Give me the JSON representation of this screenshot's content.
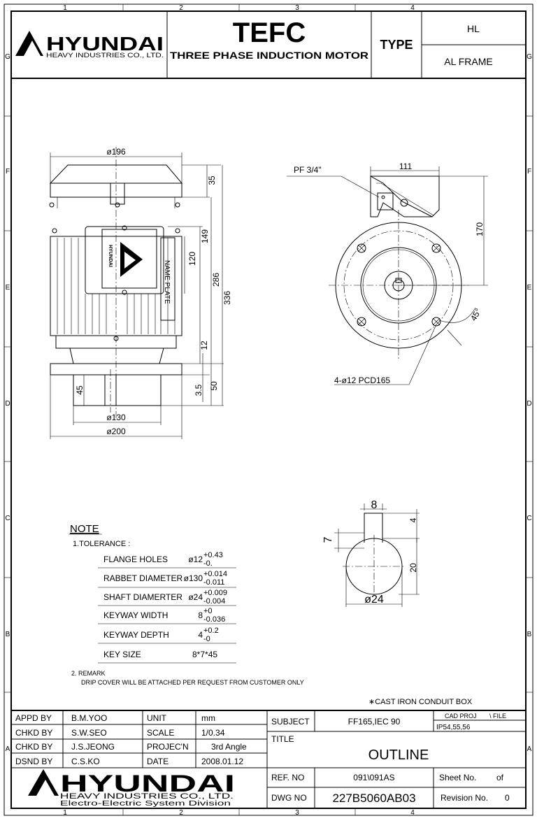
{
  "border": {
    "columns": [
      "1",
      "2",
      "3",
      "4"
    ],
    "rows": [
      "G",
      "F",
      "E",
      "D",
      "C",
      "B",
      "A"
    ]
  },
  "header": {
    "brand": "HYUNDAI",
    "brand_sub": "HEAVY INDUSTRIES CO., LTD.",
    "title": "TEFC",
    "subtitle": "THREE PHASE INDUCTION MOTOR",
    "type_label": "TYPE",
    "type_values": [
      "HL",
      "AL FRAME"
    ]
  },
  "side_view": {
    "dims": {
      "d196": "ø196",
      "d130": "ø130",
      "d200": "ø200",
      "v35": "35",
      "v149": "149",
      "v120": "120",
      "v286": "286",
      "v336": "336",
      "v12": "12",
      "v3_5": "3.5",
      "v50": "50",
      "v45": "45"
    },
    "nameplate": "NAME PLATE",
    "box_brand": "HYUNDAI"
  },
  "front_view": {
    "pf": "PF 3/4\"",
    "d111": "111",
    "d170": "170",
    "angle": "45°",
    "holes": "4-ø12 PCD165"
  },
  "shaft_view": {
    "key_width": "8",
    "key_height": "7",
    "key_depth": "4",
    "shaft_dia": "ø24",
    "height": "20"
  },
  "notes": {
    "heading": "NOTE",
    "tolerance_heading": "1.TOLERANCE :",
    "rows": [
      {
        "label": "FLANGE HOLES",
        "nominal": "ø12",
        "upper": "+0.43",
        "lower": "-0."
      },
      {
        "label": "RABBET DIAMETER",
        "nominal": "ø130",
        "upper": "+0.014",
        "lower": "-0.011"
      },
      {
        "label": "SHAFT DIAMERTER",
        "nominal": "ø24",
        "upper": "+0.009",
        "lower": "-0.004"
      },
      {
        "label": "KEYWAY WIDTH",
        "nominal": "8",
        "upper": "+0",
        "lower": "-0.036"
      },
      {
        "label": "KEYWAY DEPTH",
        "nominal": "4",
        "upper": "+0.2",
        "lower": "-0"
      },
      {
        "label": "KEY SIZE",
        "nominal": "8*7*45",
        "upper": "",
        "lower": ""
      }
    ],
    "remark_heading": "2. REMARK",
    "remark_text": "DRIP COVER WILL BE ATTACHED PER REQUEST FROM CUSTOMER ONLY",
    "conduit": "∗CAST IRON CONDUIT BOX"
  },
  "title_block": {
    "people": [
      {
        "role": "APPD BY",
        "name": "B.M.YOO"
      },
      {
        "role": "CHKD BY",
        "name": "S.W.SEO"
      },
      {
        "role": "CHKD BY",
        "name": "J.S.JEONG"
      },
      {
        "role": "DSND BY",
        "name": "C.S.KO"
      }
    ],
    "props": [
      {
        "label": "UNIT",
        "value": "mm"
      },
      {
        "label": "SCALE",
        "value": "1/0.34"
      },
      {
        "label": "PROJEC'N",
        "value": "3rd Angle"
      },
      {
        "label": "DATE",
        "value": "2008.01.12"
      }
    ],
    "subject_label": "SUBJECT",
    "subject_value": "FF165,IEC 90",
    "cad_proj_label": "CAD PROJ",
    "file_label": "\\ FILE",
    "cad_value": "IP54,55,56",
    "title_label": "TITLE",
    "title_value": "OUTLINE",
    "ref_label": "REF. NO",
    "ref_value": "091\\091AS",
    "sheet_label": "Sheet No.",
    "sheet_of": "of",
    "dwg_label": "DWG NO",
    "dwg_value": "227B5060AB03",
    "revision_label": "Revision No.",
    "revision_value": "0",
    "brand": "HYUNDAI",
    "brand_sub": "HEAVY INDUSTRIES CO., LTD.",
    "division": "Electro-Electric System Division"
  }
}
